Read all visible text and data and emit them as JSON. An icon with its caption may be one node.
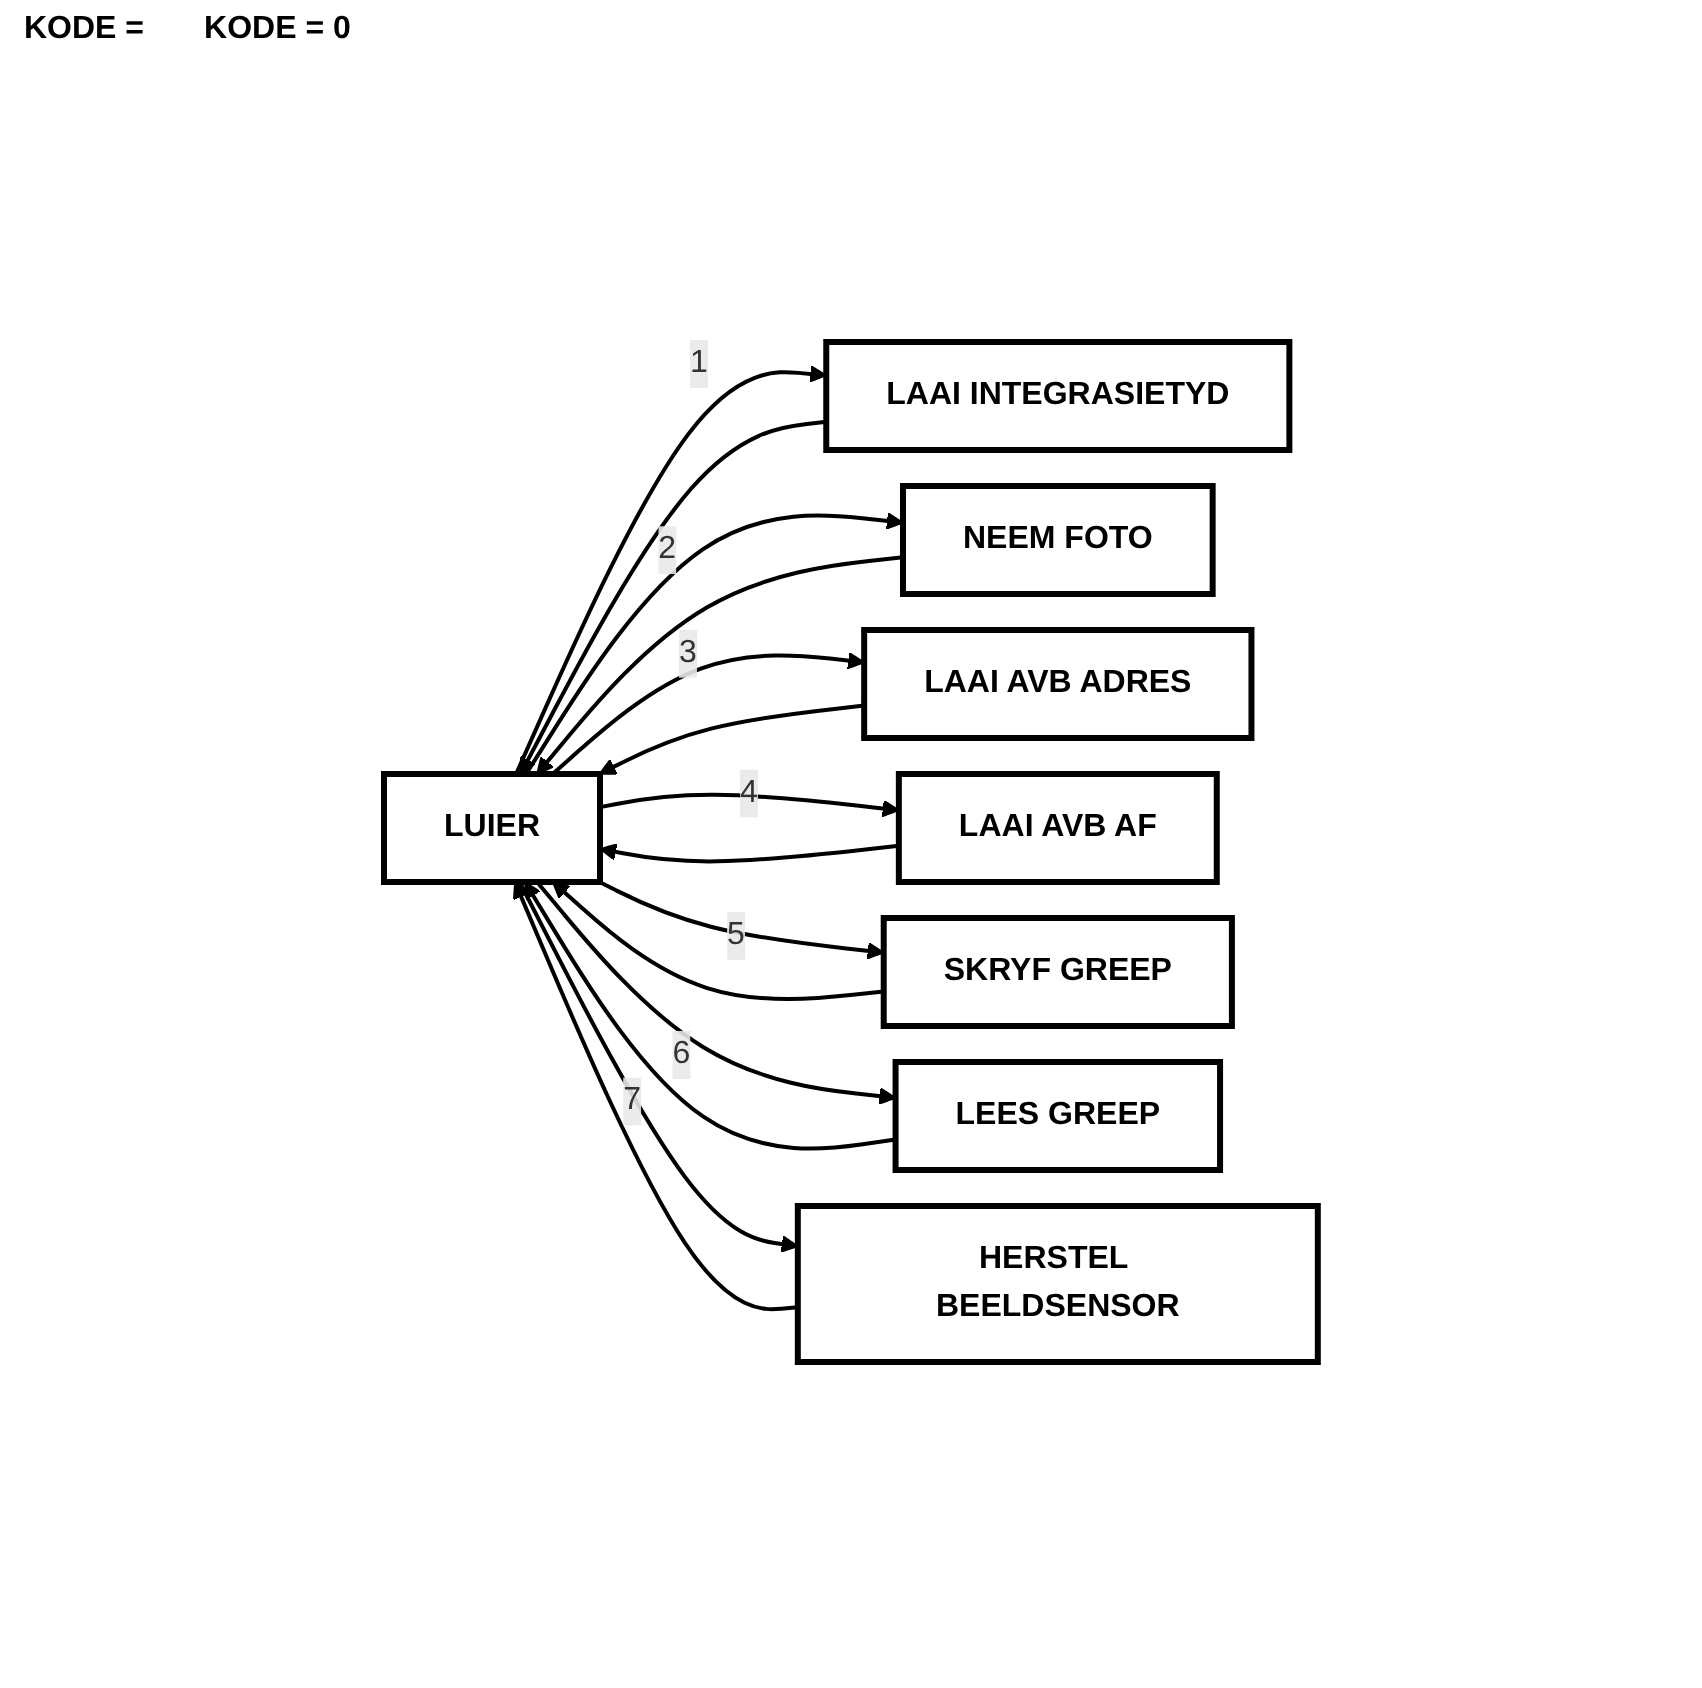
{
  "diagram": {
    "nodes": [
      {
        "text": [
          "LUIER"
        ]
      },
      {
        "text": [
          "LAAI INTEGRASIETYD"
        ]
      },
      {
        "text": [
          "NEEM FOTO"
        ]
      },
      {
        "text": [
          "LAAI AVB ADRES"
        ]
      },
      {
        "text": [
          "LAAI AVB AF"
        ]
      },
      {
        "text": [
          "SKRYF GREEP"
        ]
      },
      {
        "text": [
          "LEES GREEP"
        ]
      },
      {
        "text": [
          "HERSTEL BEELDSENSOR"
        ]
      }
    ],
    "edges": [
      {
        "from": 0,
        "to": 1,
        "arrow": "to",
        "label": "1"
      },
      {
        "from": 0,
        "to": 2,
        "arrow": "to",
        "label": "2"
      },
      {
        "from": 0,
        "to": 3,
        "arrow": "to",
        "label": "3"
      },
      {
        "from": 0,
        "to": 4,
        "arrow": "to",
        "label": "4"
      },
      {
        "from": 0,
        "to": 5,
        "arrow": "to",
        "label": "5"
      },
      {
        "from": 0,
        "to": 6,
        "arrow": "to",
        "label": "6"
      },
      {
        "from": 0,
        "to": 7,
        "arrow": "to",
        "label": "7"
      },
      {
        "from": 1,
        "to": 0,
        "arrow": "to"
      },
      {
        "from": 2,
        "to": 0,
        "arrow": "to"
      },
      {
        "from": 3,
        "to": 0,
        "arrow": "to"
      },
      {
        "from": 4,
        "to": 0,
        "arrow": "to"
      },
      {
        "from": 5,
        "to": 0,
        "arrow": "to"
      },
      {
        "from": 6,
        "to": 0,
        "arrow": "to"
      },
      {
        "from": 7,
        "to": 0,
        "arrow": "to"
      }
    ],
    "labels": [
      "KODE =",
      "KODE = 0"
    ]
  }
}
